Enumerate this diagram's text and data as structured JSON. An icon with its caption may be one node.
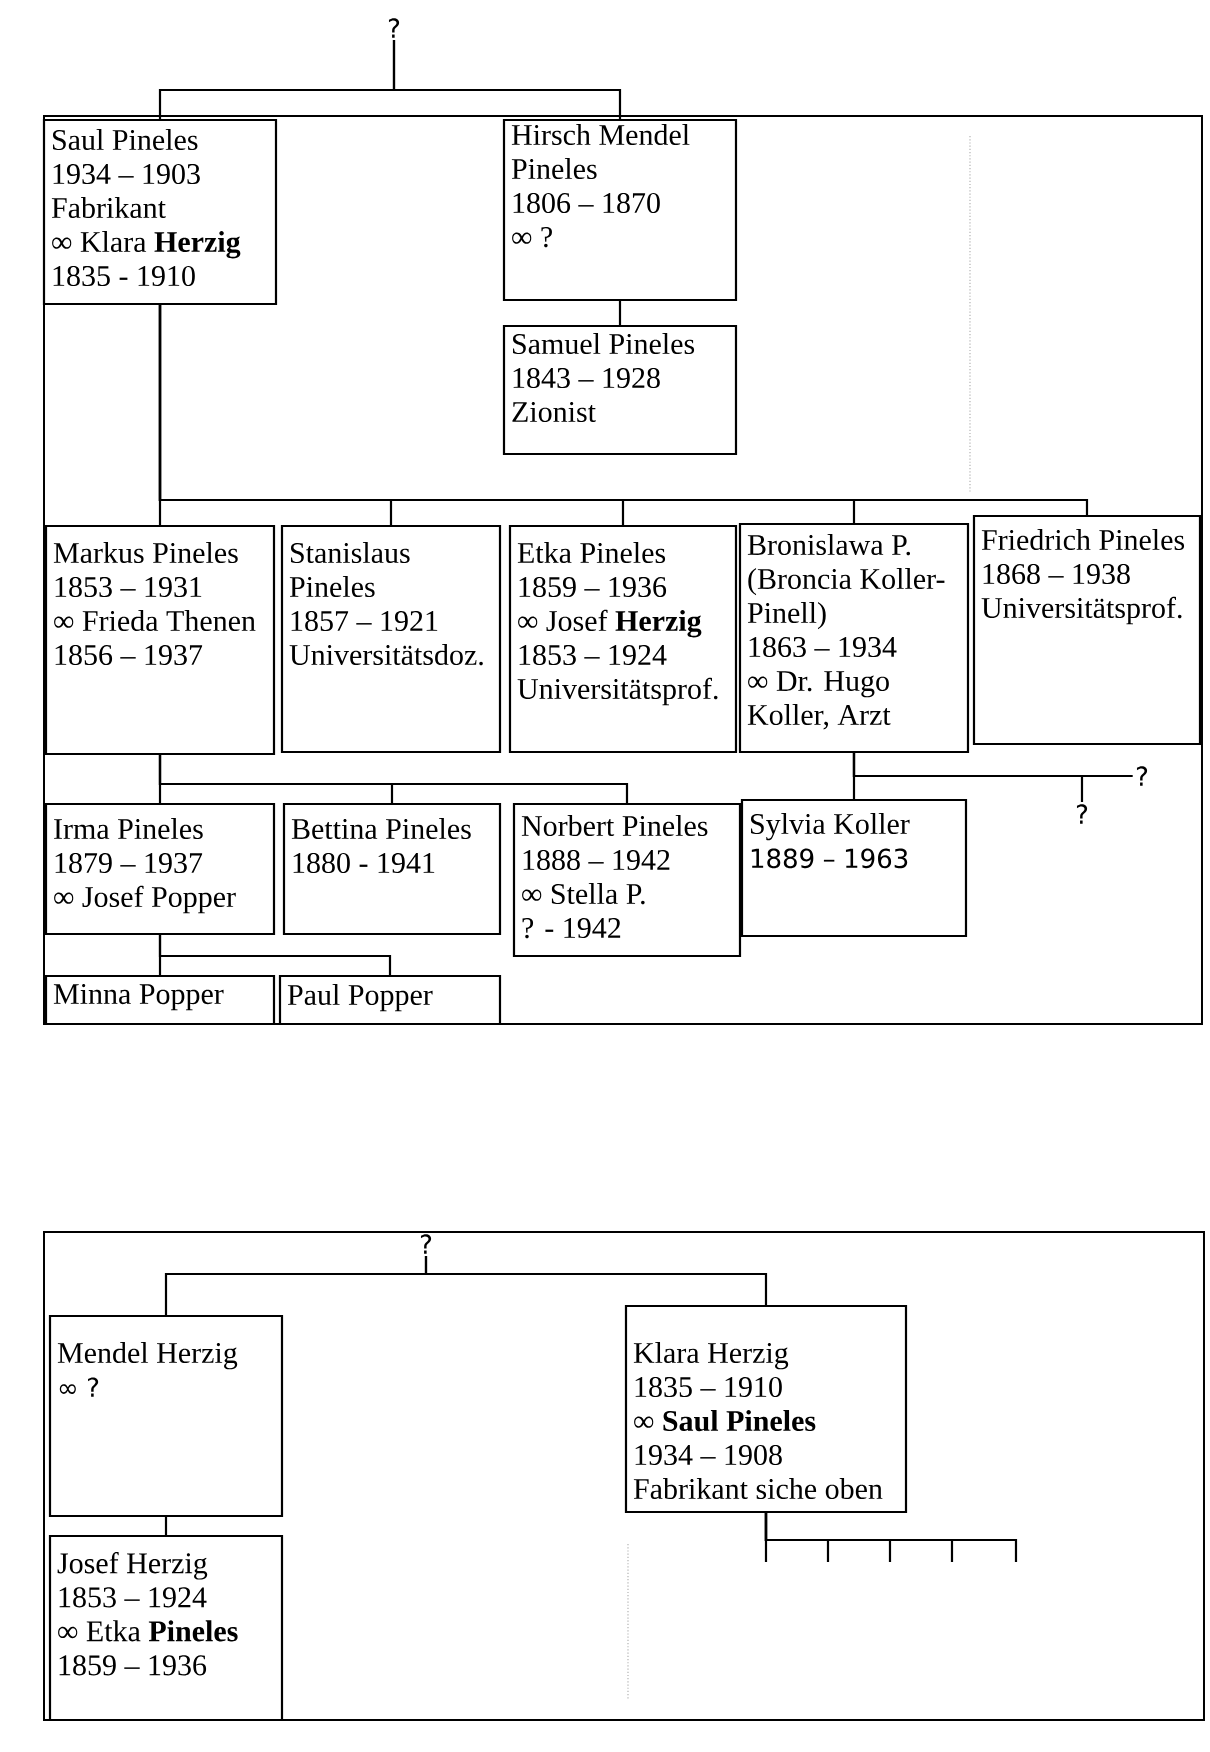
{
  "diagram": {
    "nodes": [
      {
        "text": [
          "?"
        ]
      },
      {
        "text": [
          "Saul Pineles",
          "1934 – 1903",
          "Fabrikant",
          "∞ Klara **Herzig**",
          "1835 - 1910"
        ]
      },
      {
        "text": [
          "Hirsch Mendel Pineles",
          "1806 – 1870",
          "∞ ?"
        ]
      },
      {
        "text": [
          "Samuel Pineles",
          "1843 – 1928",
          "Zionist"
        ]
      },
      {
        "text": [
          "Markus Pineles",
          "1853 – 1931",
          "∞ Frieda Thenen",
          "1856 – 1937"
        ]
      },
      {
        "text": [
          "Stanislaus Pineles",
          "1857 – 1921",
          "Universitätsdoz."
        ]
      },
      {
        "text": [
          "Etka Pineles",
          "1859 – 1936",
          "∞ Josef **Herzig**",
          "1853 – 1924",
          "Universitätsprof."
        ]
      },
      {
        "text": [
          "Bronislawa P. (Broncia Koller-Pinell)",
          "1863 – 1934",
          "∞ Dr. Hugo Koller, Arzt"
        ]
      },
      {
        "text": [
          "Friedrich Pineles",
          "1868 – 1938",
          "Universitätsprof."
        ]
      },
      {
        "text": [
          "Irma Pineles",
          "1879 – 1937",
          "∞ Josef Popper"
        ]
      },
      {
        "text": [
          "Bettina Pineles",
          "1880 - 1941"
        ]
      },
      {
        "text": [
          "Norbert Pineles",
          "1888 – 1942",
          "∞ Stella P.",
          "? - 1942"
        ]
      },
      {
        "text": [
          "Sylvia Koller",
          "1889 – 1963"
        ]
      },
      {
        "text": [
          "?"
        ]
      },
      {
        "text": [
          "?"
        ]
      },
      {
        "text": [
          "Minna Popper"
        ]
      },
      {
        "text": [
          "Paul Popper"
        ]
      },
      {
        "text": [
          "?"
        ]
      },
      {
        "text": [
          "Mendel Herzig",
          "∞ ?"
        ]
      },
      {
        "text": [
          "Klara Herzig",
          "1835 – 1910",
          "∞ **Saul Pineles**",
          "1934 – 1908",
          "Fabrikant siche oben"
        ]
      },
      {
        "text": [
          "Josef Herzig",
          "1853 – 1924",
          "∞ Etka **Pineles**",
          "1859 – 1936"
        ]
      }
    ],
    "edges": [
      {
        "from": 0,
        "to": 1,
        "arrow": "none"
      },
      {
        "from": 0,
        "to": 2,
        "arrow": "none"
      },
      {
        "from": 2,
        "to": 3,
        "arrow": "none"
      },
      {
        "from": 1,
        "to": 4,
        "arrow": "none"
      },
      {
        "from": 1,
        "to": 5,
        "arrow": "none"
      },
      {
        "from": 1,
        "to": 6,
        "arrow": "none"
      },
      {
        "from": 1,
        "to": 7,
        "arrow": "none"
      },
      {
        "from": 1,
        "to": 8,
        "arrow": "none"
      },
      {
        "from": 4,
        "to": 9,
        "arrow": "none"
      },
      {
        "from": 4,
        "to": 10,
        "arrow": "none"
      },
      {
        "from": 4,
        "to": 11,
        "arrow": "none"
      },
      {
        "from": 7,
        "to": 12,
        "arrow": "none"
      },
      {
        "from": 7,
        "to": 13,
        "arrow": "none"
      },
      {
        "from": 7,
        "to": 14,
        "arrow": "none"
      },
      {
        "from": 9,
        "to": 15,
        "arrow": "none"
      },
      {
        "from": 9,
        "to": 16,
        "arrow": "none"
      },
      {
        "from": 17,
        "to": 18,
        "arrow": "none"
      },
      {
        "from": 17,
        "to": 19,
        "arrow": "none"
      },
      {
        "from": 18,
        "to": 20,
        "arrow": "none"
      },
      {
        "from": 19,
        "to": null,
        "arrow": "none"
      },
      {
        "from": 19,
        "to": null,
        "arrow": "none"
      },
      {
        "from": 19,
        "to": null,
        "arrow": "none"
      },
      {
        "from": 19,
        "to": null,
        "arrow": "none"
      },
      {
        "from": 19,
        "to": null,
        "arrow": "none"
      }
    ]
  }
}
